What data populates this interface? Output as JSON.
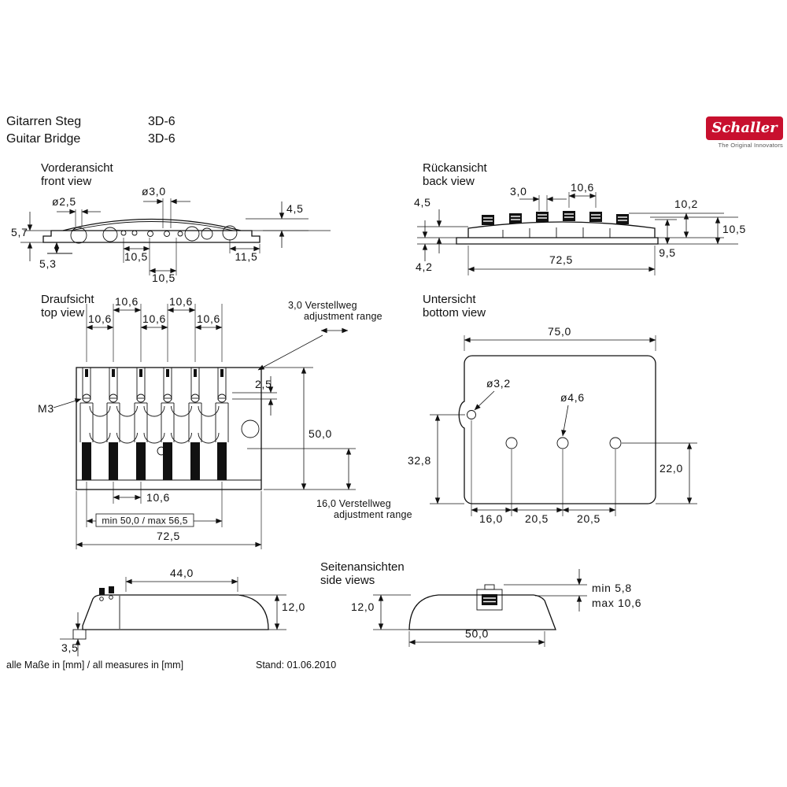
{
  "header": {
    "title_de": "Gitarren Steg",
    "title_en": "Guitar Bridge",
    "model_de": "3D-6",
    "model_en": "3D-6",
    "logo_brand": "Schaller",
    "logo_tagline": "The Original Innovators",
    "logo_color": "#c8102e"
  },
  "views": {
    "front": {
      "title_de": "Vorderansicht",
      "title_en": "front view",
      "dims": {
        "hole_small": "ø2,5",
        "hole_large": "ø3,0",
        "saddle_height": "4,5",
        "plate_height": "5,7",
        "base_height": "5,3",
        "spacing_a": "10,5",
        "spacing_b": "10,5",
        "end_offset": "11,5"
      }
    },
    "back": {
      "title_de": "Rückansicht",
      "title_en": "back view",
      "dims": {
        "slot_width": "3,0",
        "saddle_spacing": "10,6",
        "height_a": "10,2",
        "height_left": "4,5",
        "height_b": "10,5",
        "height_c": "9,5",
        "base_left": "4,2",
        "total_width": "72,5"
      }
    },
    "top": {
      "title_de": "Draufsicht",
      "title_en": "top view",
      "dims": {
        "spacing_1": "10,6",
        "spacing_2": "10,6",
        "spacing_3": "10,6",
        "spacing_4": "10,6",
        "spacing_5": "10,6",
        "adj_label_de": "3,0 Verstellweg",
        "adj_label_en": "adjustment range",
        "screw_gap": "2,5",
        "thread": "M3",
        "depth": "50,0",
        "block_spacing": "10,6",
        "travel_label_de": "16,0 Verstellweg",
        "travel_label_en": "adjustment range",
        "string_span": "min 50,0 / max 56,5",
        "total_width": "72,5"
      }
    },
    "bottom": {
      "title_de": "Untersicht",
      "title_en": "bottom view",
      "dims": {
        "total_width": "75,0",
        "hole_small": "ø3,2",
        "hole_large": "ø4,6",
        "offset_left": "32,8",
        "offset_right": "22,0",
        "spacing_1": "16,0",
        "spacing_2": "20,5",
        "spacing_3": "20,5"
      }
    },
    "side": {
      "title_de": "Seitenansichten",
      "title_en": "side views",
      "dims": {
        "top_length": "44,0",
        "height_left": "12,0",
        "lip_height": "3,5",
        "height_right": "12,0",
        "saddle_min": "min 5,8",
        "saddle_max": "max 10,6",
        "base_length": "50,0"
      }
    }
  },
  "footer": {
    "units_note": "alle Maße in [mm] / all measures in [mm]",
    "revision": "Stand: 01.06.2010"
  }
}
